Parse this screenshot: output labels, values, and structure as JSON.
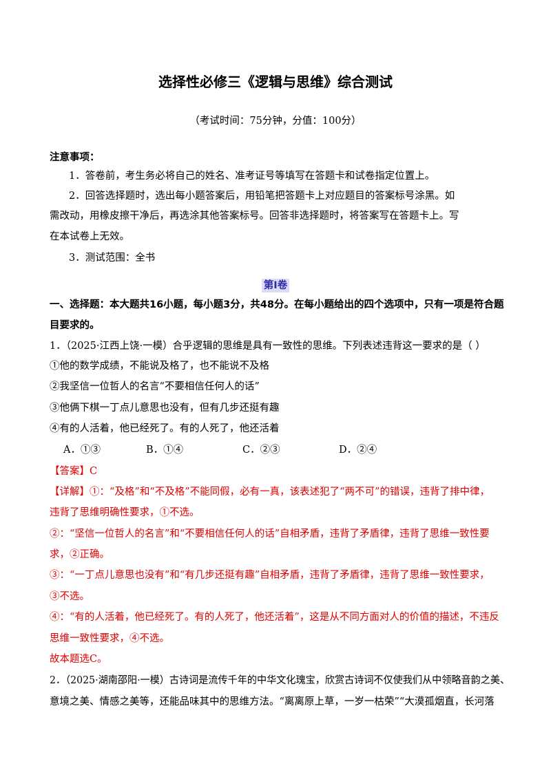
{
  "title": "选择性必修三《逻辑与思维》综合测试",
  "subtitle": "（考试时间：75分钟，分值：100分）",
  "notice": {
    "heading": "注意事项：",
    "item1": "1．答卷前，考生务必将自己的姓名、准考证号等填写在答题卡和试卷指定位置上。",
    "item2_l1": "2．回答选择题时，选出每小题答案后，用铅笔把答题卡上对应题目的答案标号涂黑。如",
    "item2_l2": "需改动，用橡皮擦干净后，再选涂其他答案标号。回答非选择题时，将答案写在答题卡上。写",
    "item2_l3": "在本试卷上无效。",
    "item3": "3．测试范围：全书"
  },
  "section_label": "第Ⅰ卷",
  "part1_l1": "一、选择题：本大题共16小题，每小题3分，共48分。在每小题给出的四个选项中，只有一项是符合题",
  "part1_l2": "目要求的。",
  "q1": {
    "stem": "1．（2025·江西上饶·一模）合乎逻辑的思维是具有一致性的思维。下列表述违背这一要求的是（    ）",
    "s1": "①他的数学成绩，不能说及格了，也不能说不及格",
    "s2": "②我坚信一位哲人的名言“不要相信任何人的话”",
    "s3": "③他俩下棋一丁点儿意思也没有，但有几步还挺有趣",
    "s4": "④有的人活着，他已经死了。有的人死了，他还活着",
    "optA": "A．①③",
    "optB": "B．①④",
    "optC": "C．②③",
    "optD": "D．②④",
    "answer": "【答案】C",
    "exp_l1": "【详解】①：“及格”和“不及格”不能同假，必有一真，该表述犯了“两不可”的错误，违背了排中律，",
    "exp_l2": "违背了思维明确性要求，①不选。",
    "exp_l3": "②：“坚信一位哲人的名言”和“不要相信任何人的话”自相矛盾，违背了矛盾律，违背了思维一致性要",
    "exp_l4": "求，②正确。",
    "exp_l5": "③：“一丁点儿意思也没有”和“有几步还挺有趣”自相矛盾，违背了矛盾律，违背了思维一致性要求，",
    "exp_l6": "③不选。",
    "exp_l7": "④：“有的人活着，他已经死了。有的人死了，他还活着”，这是从不同方面对人的价值的描述，不违反",
    "exp_l8": "思维一致性要求，④不选。",
    "conclusion": "故本题选C。"
  },
  "q2": {
    "l1": "2．（2025·湖南邵阳·一模）古诗词是流传千年的中华文化瑰宝，欣赏古诗词不仅使我们从中领略音韵之美、",
    "l2": "意境之美、情感之美等，还能品味其中的思维方法。“离离原上草，一岁一枯荣”“大漠孤烟直，长河落"
  },
  "colors": {
    "text": "#000000",
    "answer_red": "#e00000",
    "section_fg": "#2c2ca8",
    "section_bg": "#dcdcf4"
  }
}
